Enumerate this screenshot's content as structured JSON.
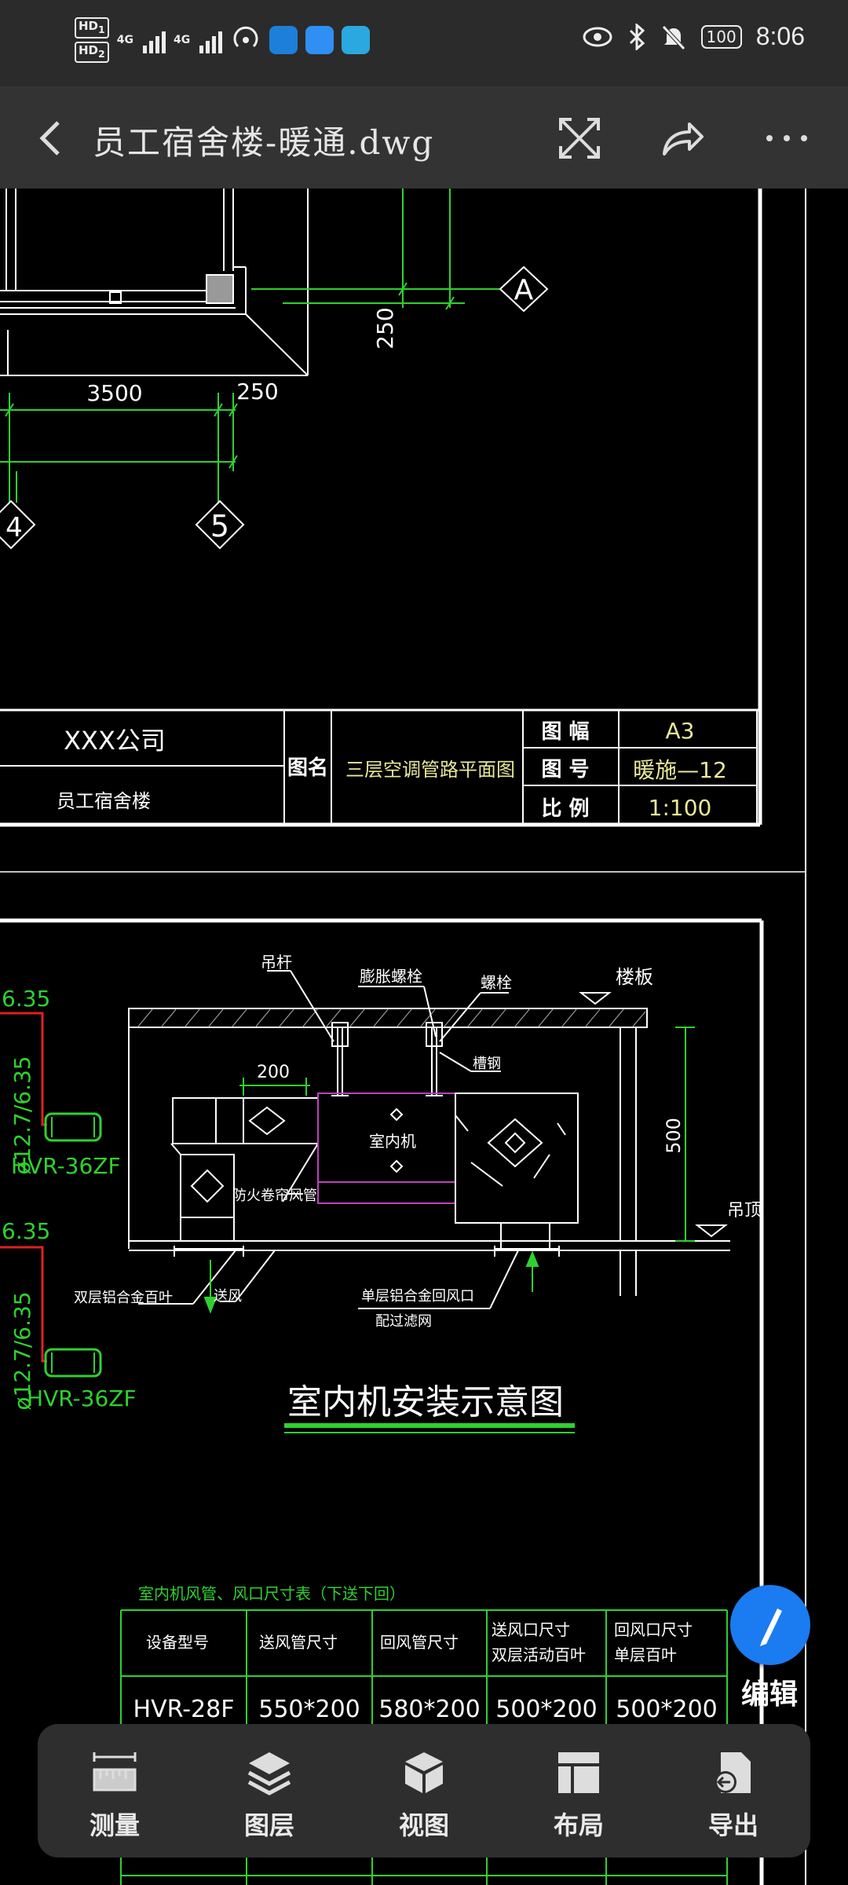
{
  "status_bar": {
    "hd1": "HD",
    "hd1_sub": "1",
    "hd2": "HD",
    "hd2_sub": "2",
    "sig1": "4G",
    "sig2": "4G",
    "battery": "100",
    "time": "8:06"
  },
  "app_bar": {
    "title": "员工宿舍楼-暖通.dwg"
  },
  "drawing": {
    "dims": {
      "d250_v": "250",
      "d3500": "3500",
      "d250_h": "250"
    },
    "axes": {
      "a": "A",
      "four": "4",
      "five": "5"
    },
    "title_block": {
      "company": "XXX公司",
      "project": "员工宿舍楼",
      "name_label": "图名",
      "drawing_name": "三层空调管路平面图",
      "size_label": "图 幅",
      "size_value": "A3",
      "number_label": "图 号",
      "number_value": "暖施—12",
      "scale_label": "比 例",
      "scale_value": "1:100"
    },
    "detail": {
      "hanger": "吊杆",
      "expansion_bolt": "膨胀螺栓",
      "bolt": "螺栓",
      "floor_slab": "楼板",
      "channel_steel": "槽钢",
      "dim_200": "200",
      "dim_500": "500",
      "indoor_unit": "室内机",
      "fire_valve": "防火卷帘风管",
      "ceiling": "吊顶",
      "double_louver": "双层铝合金百叶",
      "supply": "送风",
      "single_louver": "单层铝合金回风口",
      "filter": "配过滤网",
      "pipe1_top": "6.35",
      "pipe1": "ø12.7/6.35",
      "model1": "HVR-36ZF",
      "pipe2_top": "6.35",
      "pipe2": "ø12.7/6.35",
      "model2": "HVR-36ZF",
      "title": "室内机安装示意图"
    },
    "table": {
      "caption": "室内机风管、风口尺寸表（下送下回）",
      "headers": [
        "设备型号",
        "送风管尺寸",
        "回风管尺寸",
        "送风口尺寸",
        "回风口尺寸"
      ],
      "headers_sub": [
        "",
        "",
        "",
        "双层活动百叶",
        "单层百叶"
      ],
      "rows": [
        [
          "HVR-28F",
          "550*200",
          "580*200",
          "500*200",
          "500*200"
        ]
      ]
    }
  },
  "fab": {
    "label": "编辑"
  },
  "toolbar": {
    "items": [
      {
        "label": "测量",
        "icon": "ruler-icon"
      },
      {
        "label": "图层",
        "icon": "layers-icon"
      },
      {
        "label": "视图",
        "icon": "cube-icon"
      },
      {
        "label": "布局",
        "icon": "layout-icon"
      },
      {
        "label": "导出",
        "icon": "export-icon"
      }
    ]
  },
  "colors": {
    "cad_white": "#ffffff",
    "cad_green": "#2fd12f",
    "cad_yellow": "#e8e89a",
    "cad_red": "#e02020",
    "cad_magenta": "#c040c0",
    "fab": "#1a7cf0"
  }
}
